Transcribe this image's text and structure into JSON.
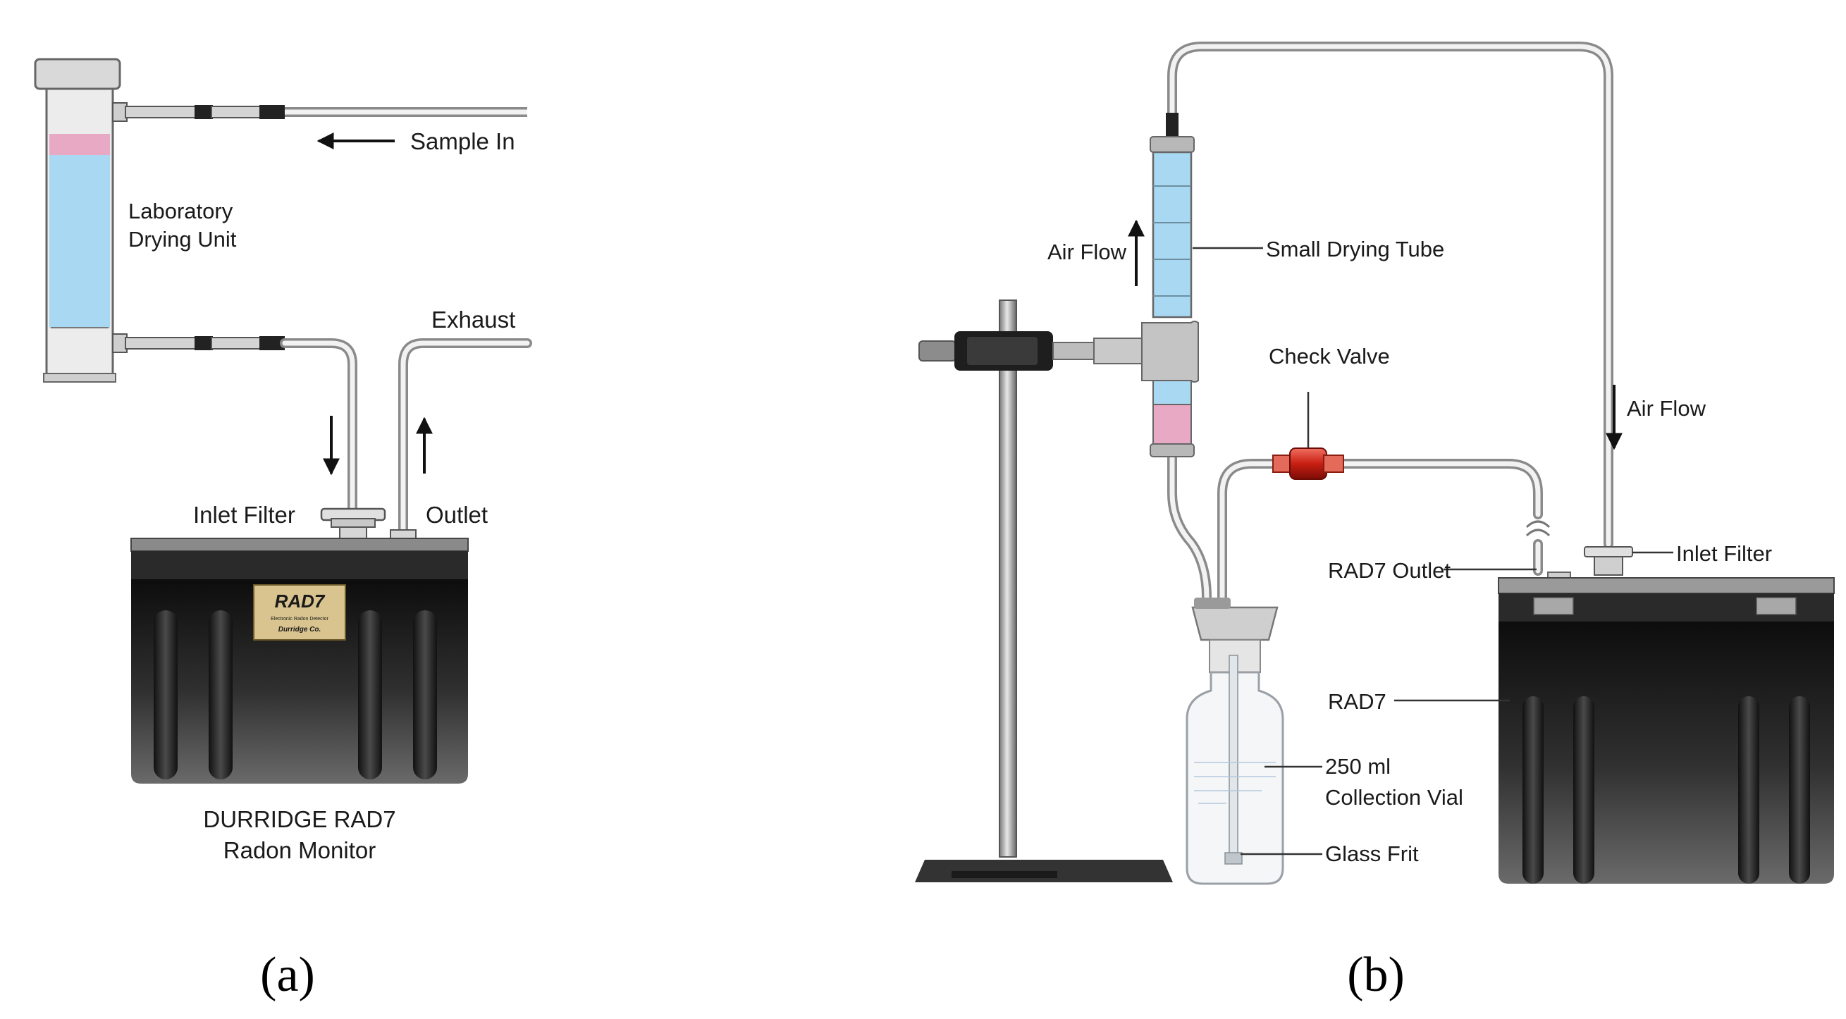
{
  "panel_a": {
    "labels": {
      "sample_in": "Sample In",
      "drying_unit_line1": "Laboratory",
      "drying_unit_line2": "Drying Unit",
      "exhaust": "Exhaust",
      "inlet_filter": "Inlet Filter",
      "outlet": "Outlet",
      "device_line1": "DURRIDGE RAD7",
      "device_line2": "Radon Monitor",
      "plate_title": "RAD7",
      "plate_sub": "Electronic Radon Detector",
      "plate_brand": "Durridge Co."
    },
    "caption": "(a)"
  },
  "panel_b": {
    "labels": {
      "air_flow_left": "Air Flow",
      "small_drying_tube": "Small Drying Tube",
      "check_valve": "Check Valve",
      "air_flow_right": "Air Flow",
      "rad7_outlet": "RAD7 Outlet",
      "inlet_filter": "Inlet Filter",
      "rad7": "RAD7",
      "vial_line1": "250 ml",
      "vial_line2": "Collection Vial",
      "glass_frit": "Glass Frit"
    },
    "caption": "(b)"
  },
  "colors": {
    "desiccant_blue": "#a9d8f2",
    "indicator_pink": "#e8a9c4",
    "check_valve_red": "#d63a2a",
    "device_body": "#222222",
    "tubing": "#8a8a8a",
    "plate_tan": "#d9c48f"
  }
}
